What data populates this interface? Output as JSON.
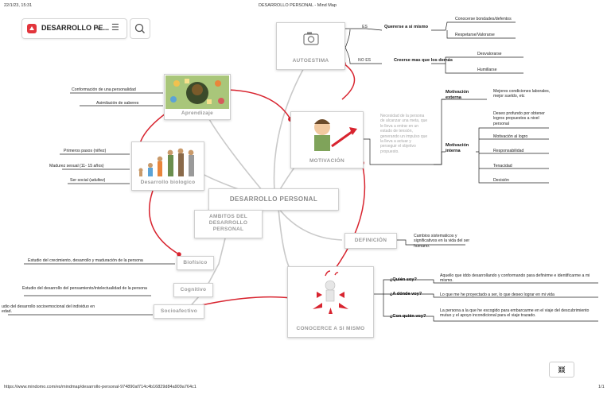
{
  "header": {
    "datetime": "22/1/23, 15:31",
    "page_title": "DESARROLLO PERSONAL - Mind Map"
  },
  "footer": {
    "url": "https://www.mindomo.com/es/mindmap/desarrollo-personal-974890af714c4b16829d84a909a764c1",
    "page_count": "1/1"
  },
  "toolbar": {
    "map_title": "DESARROLLO PE...",
    "chevron": "∨",
    "menu": "☰"
  },
  "icons": {
    "app_logo": "mindomo-logo-icon",
    "search": "search-icon",
    "camera": "camera-icon",
    "collapse": "collapse-arrows-icon"
  },
  "colors": {
    "accent_red": "#d8242f",
    "node_gray": "#9a9a9a",
    "line_gray": "#c9c9c9"
  },
  "map": {
    "center": "DESARROLLO PERSONAL",
    "autoestima": {
      "title": "AUTOESTIMA",
      "es_label": "ES",
      "es_branch": "Quererse a si mismo",
      "es_items": [
        "Conocerse bondades/defentos",
        "Respetarse/Valorarse"
      ],
      "noes_label": "NO ES",
      "noes_branch": "Creerse mas que los demás",
      "noes_items": [
        "Desvalorarse",
        "Humillarse"
      ]
    },
    "aprendizaje": {
      "title": "Aprendizaje",
      "items": [
        "Conformación de una personalidad",
        "Asimilación de saberes"
      ]
    },
    "biologico": {
      "title": "Desarrollo biologico",
      "items": [
        "Primeros pasos (niñez)",
        "Madurez sexual (11- 15 años)",
        "Ser social (adultez)"
      ]
    },
    "motivacion": {
      "title": "MOTIVACIÓN",
      "description": "Necesidad de la persona de alcanzar una meta, que le lleva a entrar en un estado de tensión, generando un impulso que la lleva a actuar y perseguir el objetivo propuesto.",
      "externa_label": "Motivación externa",
      "externa_item": "Mejores condiciones laborales, mejor sueldo, etc",
      "interna_label": "Motivación interna",
      "interna_items": [
        "Deseo profundo por obtener logros propuestos a nivel personal",
        "Motivación al logro",
        "Responsabilidad",
        "Tenacidad",
        "Decisión"
      ]
    },
    "ambitos": {
      "title": "AMBITOS DEL DESARROLLO PERSONAL"
    },
    "definicion": {
      "title": "DEFINICIÓN",
      "text": "Cambios sistematicos y significativos en la vida del ser humano."
    },
    "biofisico": {
      "title": "Biofísico",
      "text": "Estudio del crecimiento, desarrollo y maduración de la persona"
    },
    "cognitivo": {
      "title": "Cognitivo",
      "text": "Estudio del desarrollo del pensamiento/intelectualidad de la persona"
    },
    "socioafectivo": {
      "title": "Socioafectivo",
      "text": "udio del desarrollo socioemocional del individuo en edad."
    },
    "conocerce": {
      "title": "CONOCERCE A SI MISMO",
      "q1": "¿Quién soy?",
      "a1": "Aquello que iddo desarrollando y conformando para definirme e identificarme a mi mismo.",
      "q2": "¿A dónde voy?",
      "a2": "Lo que me he proyectado a ser, lo que deseo lograr en mi vida",
      "q3": "¿Con quién voy?",
      "a3": "La persona a la que he escogido para embarcarme en el viaje del descubrimiento mutuo y el apoyo incondicional para el viaje trazado."
    }
  }
}
